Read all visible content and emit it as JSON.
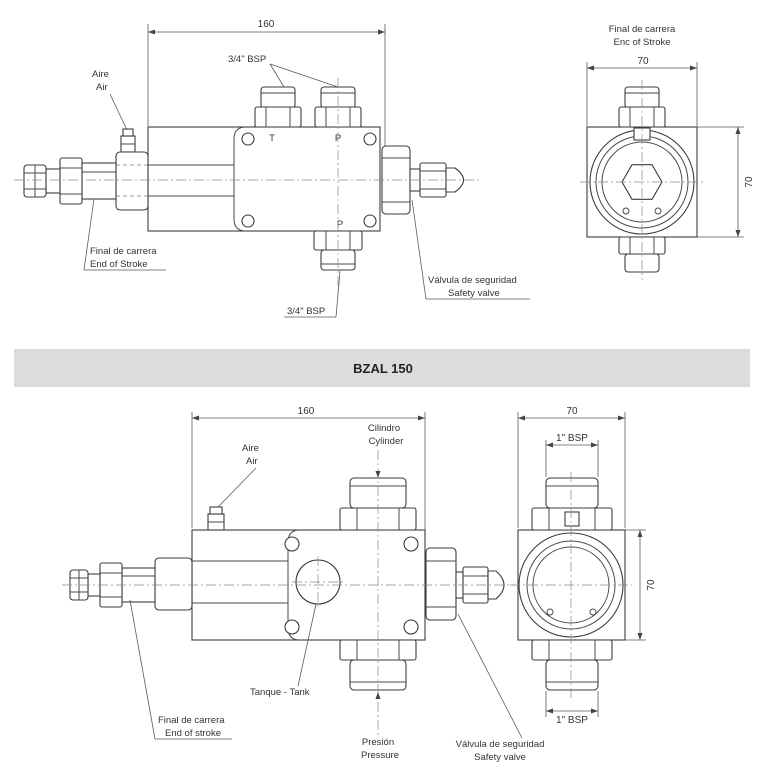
{
  "top_front_view": {
    "length_dim": "160",
    "bsp_top_label": "3/4\" BSP",
    "air_label_es": "Aire",
    "air_label_en": "Air",
    "port_t": "T",
    "port_p_top": "P",
    "port_p_bottom": "P",
    "end_stroke_es": "Final de carrera",
    "end_stroke_en": "End of Stroke",
    "safety_valve_es": "Válvula de seguridad",
    "safety_valve_en": "Safety valve",
    "bsp_bottom_label": "3/4\" BSP"
  },
  "top_side_view": {
    "end_stroke_es": "Final de carrera",
    "end_stroke_en": "Enc of Stroke",
    "width_dim": "70",
    "height_dim": "70"
  },
  "section_bar": {
    "title": "BZAL 150"
  },
  "bottom_front_view": {
    "length_dim": "160",
    "cylinder_es": "Cilindro",
    "cylinder_en": "Cylinder",
    "air_label_es": "Aire",
    "air_label_en": "Air",
    "tank_label": "Tanque - Tank",
    "end_stroke_es": "Final de carrera",
    "end_stroke_en": "End of stroke",
    "pressure_es": "Presión",
    "pressure_en": "Pressure",
    "safety_valve_es": "Válvula de seguridad",
    "safety_valve_en": "Safety valve"
  },
  "bottom_side_view": {
    "width_dim": "70",
    "bsp_top_label": "1\" BSP",
    "height_dim": "70",
    "bsp_bottom_label": "1\" BSP"
  },
  "colors": {
    "line": "#4a4a4a",
    "section_bar": "#dcdcdc",
    "background": "#ffffff"
  }
}
